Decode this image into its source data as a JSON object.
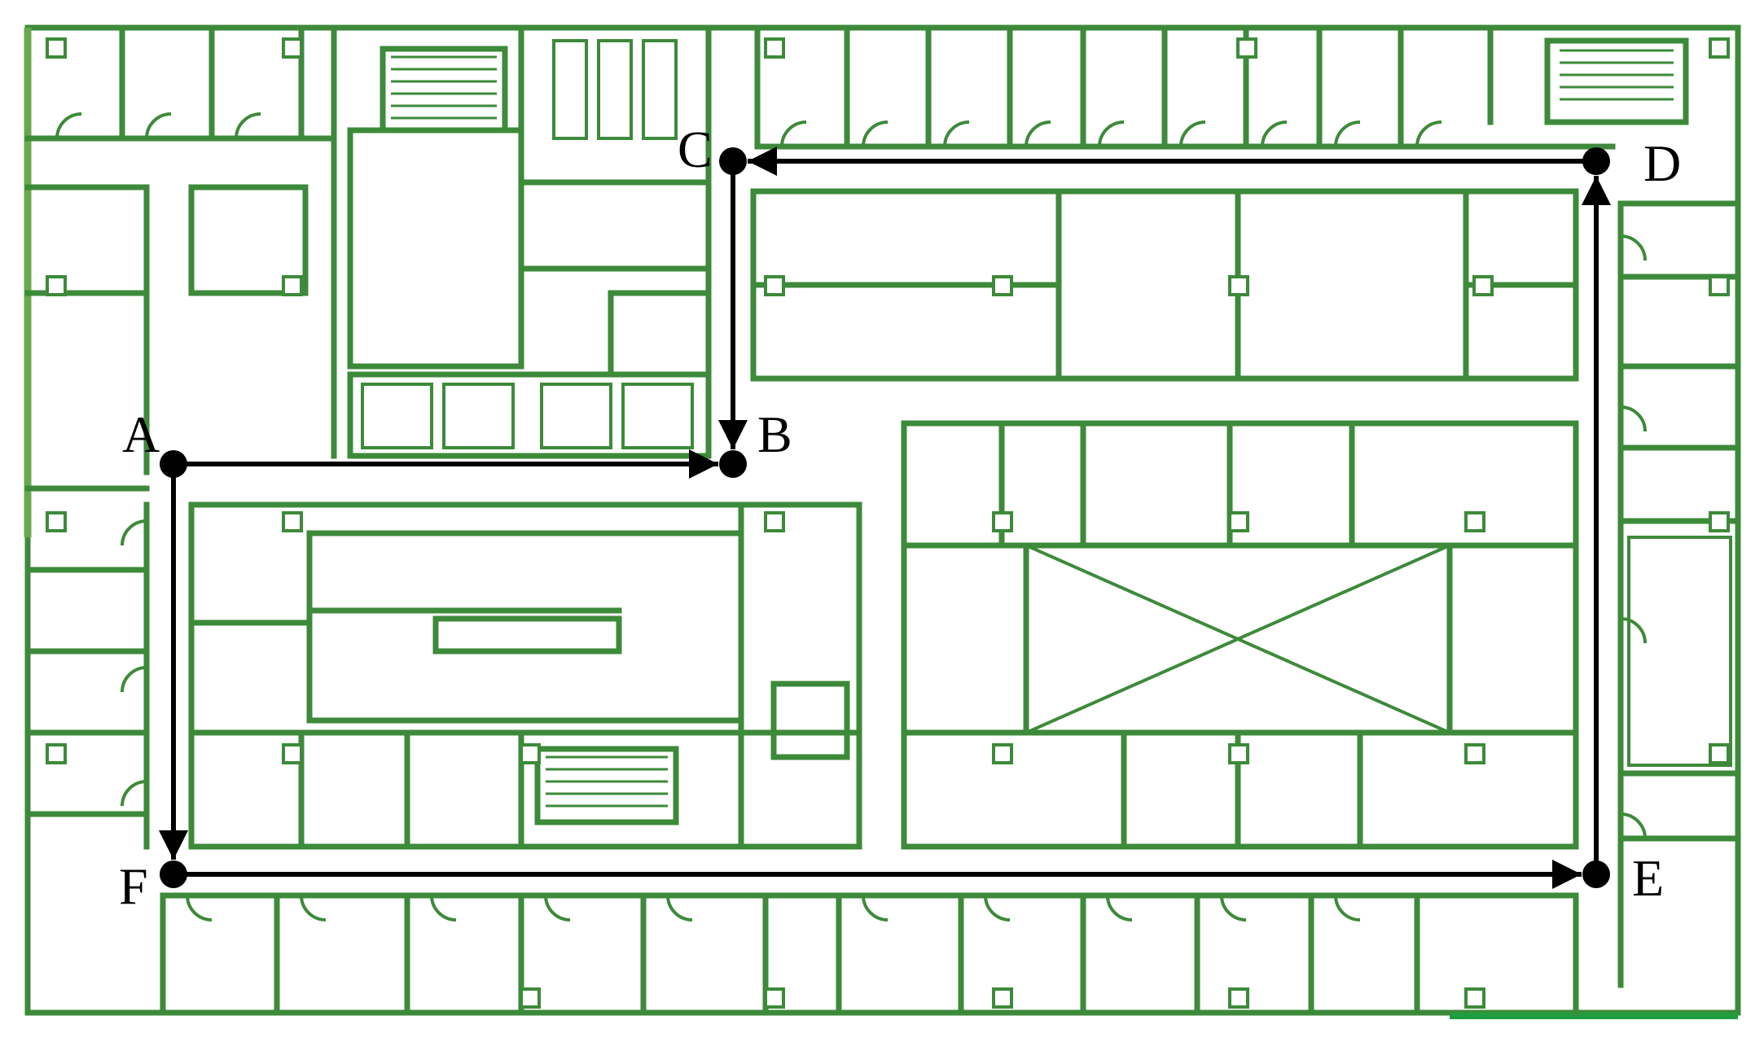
{
  "figure": {
    "nodes": [
      {
        "id": "A",
        "label": "A"
      },
      {
        "id": "B",
        "label": "B"
      },
      {
        "id": "C",
        "label": "C"
      },
      {
        "id": "D",
        "label": "D"
      },
      {
        "id": "E",
        "label": "E"
      },
      {
        "id": "F",
        "label": "F"
      }
    ],
    "edges": [
      {
        "from": "A",
        "to": "B"
      },
      {
        "from": "C",
        "to": "B"
      },
      {
        "from": "D",
        "to": "C"
      },
      {
        "from": "E",
        "to": "D"
      },
      {
        "from": "F",
        "to": "E"
      },
      {
        "from": "A",
        "to": "F"
      }
    ],
    "colors": {
      "walls": "#3d8a3a",
      "outer_edge_accent": "#6aa84f",
      "bottom_edge_accent": "#1e9e3e",
      "route": "#000000",
      "background": "#ffffff"
    }
  }
}
